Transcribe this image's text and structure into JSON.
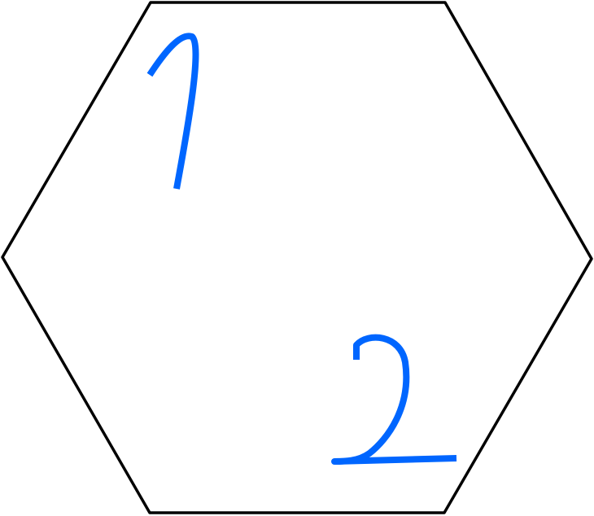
{
  "diagram": {
    "shape": "hexagon",
    "outline_color": "#000000",
    "fill_color": "#ffffff",
    "labels": [
      {
        "text": "1",
        "color": "#0066ff",
        "style": "handwritten"
      },
      {
        "text": "2",
        "color": "#0066ff",
        "style": "handwritten"
      }
    ]
  }
}
